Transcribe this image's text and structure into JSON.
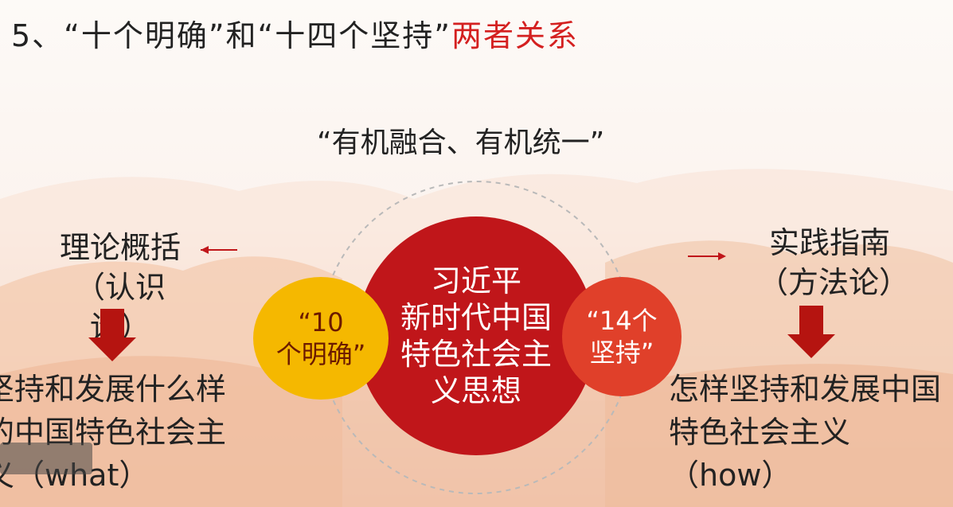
{
  "title": {
    "prefix": "5、“十个明确”和“十四个坚持”",
    "highlight": "两者关系"
  },
  "subtitle": "“有机融合、有机统一”",
  "left": {
    "title_line1": "理论概括",
    "title_line2": "（认识论）",
    "desc": "坚持和发展什么样的中国特色社会主义（what）"
  },
  "right": {
    "title_line1": "实践指南",
    "title_line2": "（方法论）",
    "desc": "怎样坚持和发展中国特色社会主义（how）"
  },
  "center_circle": {
    "line1": "习近平",
    "line2": "新时代中国",
    "line3": "特色社会主",
    "line4": "义思想"
  },
  "left_circle": {
    "line1": "“10",
    "line2": "个明确”"
  },
  "right_circle": {
    "line1": "“14个",
    "line2": "坚持”"
  },
  "colors": {
    "accent_red": "#d42020",
    "center": "#c0161a",
    "left": "#f5b800",
    "right": "#e0402a"
  }
}
